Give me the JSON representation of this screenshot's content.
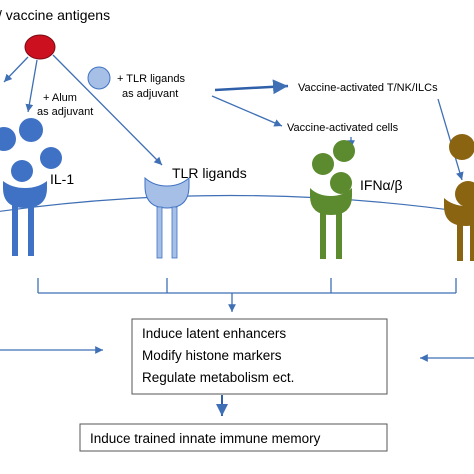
{
  "title_fragment": "/ vaccine antigens",
  "labels": {
    "alum_line1": "+ Alum",
    "alum_line2": "as adjuvant",
    "tlr_adj_line1": "+ TLR ligands",
    "tlr_adj_line2": "as adjuvant",
    "vaccine_tnk": "Vaccine-activated T/NK/ILCs",
    "vaccine_cells": "Vaccine-activated cells",
    "il1": "IL-1",
    "tlr_ligands": "TLR ligands",
    "ifn": "IFNα/β"
  },
  "mechanisms_box": {
    "lines": [
      "Induce latent enhancers",
      "Modify histone markers",
      "Regulate metabolism ect."
    ]
  },
  "result_box": {
    "text": "Induce trained innate immune memory"
  },
  "colors": {
    "antigen": "#cc1020",
    "receptor_blue": "#3f72c4",
    "tlr_light": "#a6bfe6",
    "ifn_green": "#5b8a2f",
    "brown": "#8a6410",
    "arrow": "#3f6fb5"
  }
}
